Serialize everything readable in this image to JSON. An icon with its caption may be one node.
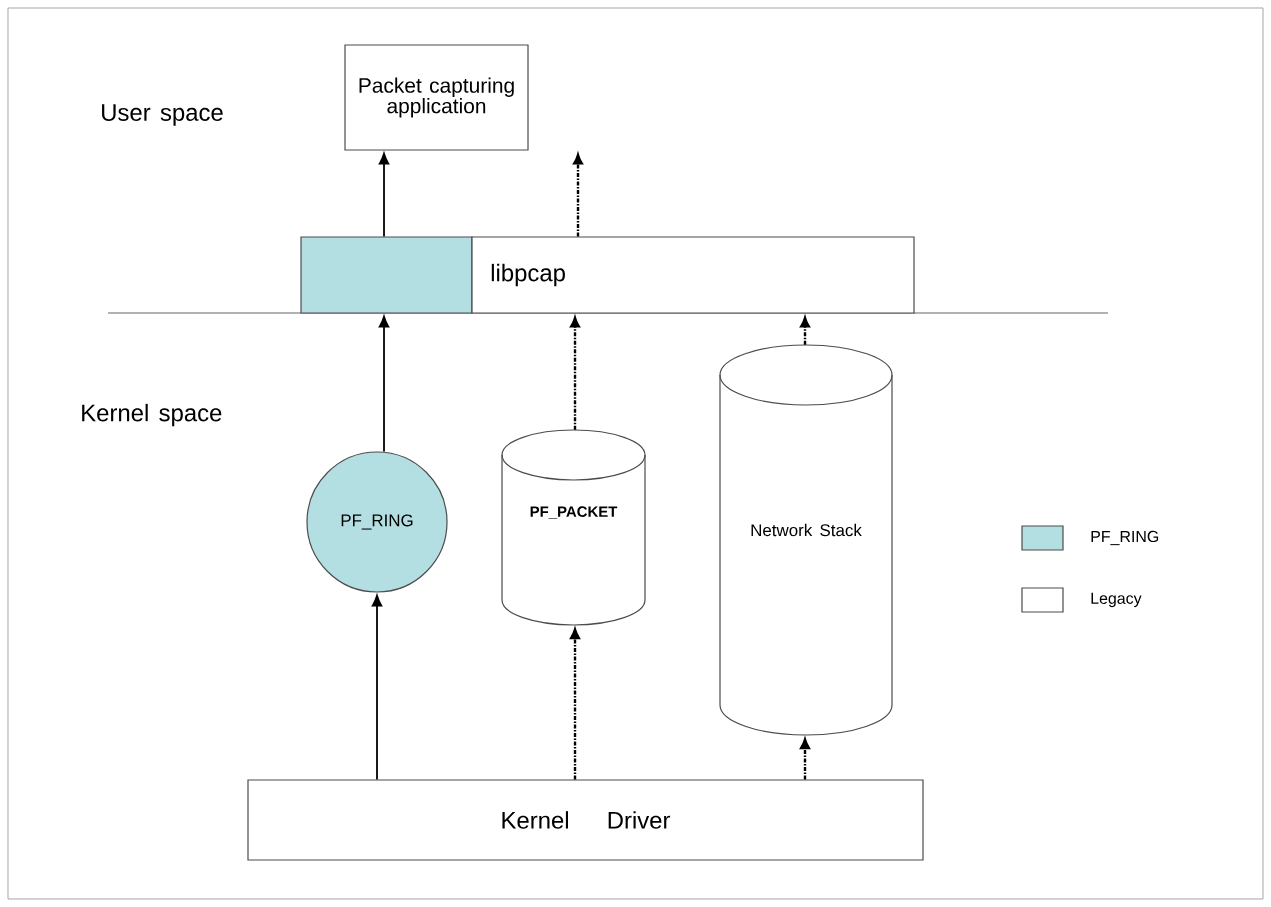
{
  "diagram": {
    "nodes": [
      {
        "text": [
          "Packet capturing application"
        ]
      },
      {
        "text": [],
        "shape": "box"
      },
      {
        "text": [
          "libpcap"
        ]
      },
      {
        "text": [
          "PF_RING"
        ]
      },
      {
        "text": [
          "PF_PACKET"
        ]
      },
      {
        "text": [
          "Network Stack"
        ]
      },
      {
        "text": [
          "Kernel Driver"
        ]
      }
    ],
    "edges": [
      {
        "from": 6,
        "to": 3,
        "arrow": "to"
      },
      {
        "from": 3,
        "to": 1,
        "arrow": "to"
      },
      {
        "from": 1,
        "to": 0,
        "arrow": "to"
      },
      {
        "from": 6,
        "to": 4,
        "arrow": "to",
        "style": "dashed"
      },
      {
        "from": 4,
        "to": 2,
        "arrow": "to",
        "style": "dashed"
      },
      {
        "from": 2,
        "to": 0,
        "arrow": "to",
        "style": "dashed"
      },
      {
        "from": 6,
        "to": 5,
        "arrow": "to",
        "style": "dashed"
      },
      {
        "from": 5,
        "to": 2,
        "arrow": "to",
        "style": "dashed"
      }
    ],
    "labels": [
      "User space",
      "Kernel space"
    ],
    "legend": [
      {
        "text": "PF_RING",
        "color": "#b3dfe2"
      },
      {
        "text": "Legacy"
      }
    ]
  }
}
